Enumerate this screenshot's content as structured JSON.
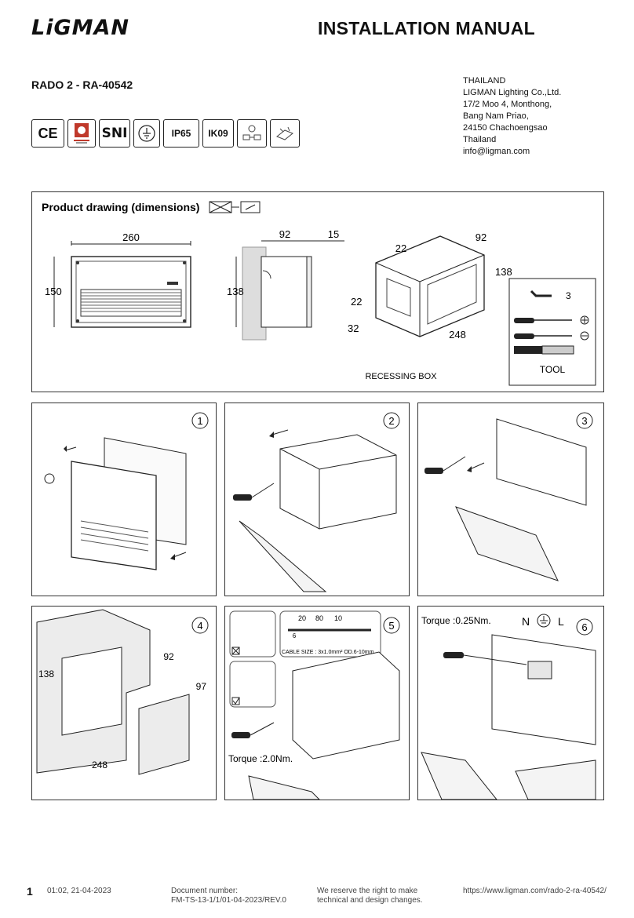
{
  "header": {
    "brand": "LiGMAN",
    "title": "INSTALLATION MANUAL",
    "model": "RADO 2 - RA-40542"
  },
  "address": {
    "lines": [
      "THAILAND",
      "LIGMAN Lighting Co.,Ltd.",
      "17/2 Moo 4, Monthong,",
      "Bang Nam Priao,",
      "24150 Chachoengsao",
      "Thailand",
      "info@ligman.com"
    ]
  },
  "certifications": {
    "ce": "CE",
    "sni": "SNI",
    "ip": "IP65",
    "ik": "IK09"
  },
  "product_drawing": {
    "title": "Product drawing (dimensions)",
    "front": {
      "width": "260",
      "height": "150"
    },
    "side": {
      "depth": "92",
      "lip": "15",
      "height": "138"
    },
    "box": {
      "top_offset": "22",
      "depth": "92",
      "height": "138",
      "side_offset": "22",
      "bottom_offset": "32",
      "length": "248",
      "label": "RECESSING BOX"
    },
    "tools": {
      "hex": "3",
      "label": "TOOL"
    }
  },
  "steps": {
    "s1": "1",
    "s2": "2",
    "s3": "3",
    "s4": "4",
    "s5": "5",
    "s6": "6",
    "step4": {
      "width": "92",
      "depth": "97",
      "height": "138",
      "length": "248"
    },
    "step5": {
      "d1": "20",
      "d2": "80",
      "d3": "10",
      "d4": "6",
      "cable": "CABLE SIZE : 3x1.0mm²  OD.6-10mm.",
      "torque": "Torque :2.0Nm."
    },
    "step6": {
      "torque": "Torque :0.25Nm.",
      "n": "N",
      "l": "L"
    }
  },
  "footer": {
    "page": "1",
    "date": "01:02, 21-04-2023",
    "doc_label": "Document number:",
    "doc_number": "FM-TS-13-1/1/01-04-2023/REV.0",
    "reserve1": "We reserve the right to make",
    "reserve2": "technical and design changes.",
    "url": "https://www.ligman.com/rado-2-ra-40542/"
  }
}
